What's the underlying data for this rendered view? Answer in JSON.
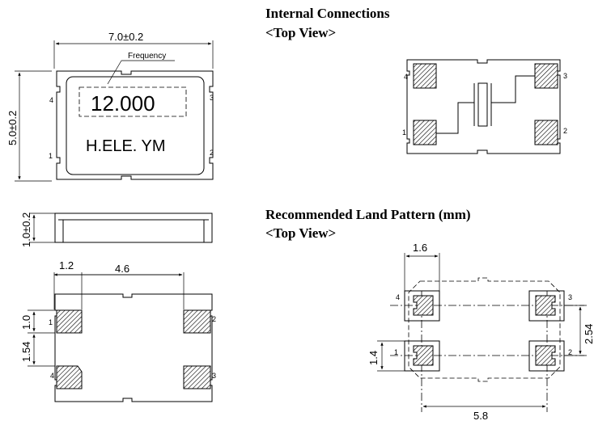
{
  "headings": {
    "internal_connections": "Internal Connections",
    "top_view_1": "<Top View>",
    "land_pattern": "Recommended Land Pattern (mm)",
    "top_view_2": "<Top View>"
  },
  "top_drawing": {
    "width_dim": "7.0±0.2",
    "height_dim": "5.0±0.2",
    "frequency_label": "Frequency",
    "frequency_value": "12.000",
    "marking": "H.ELE. YM",
    "pins": [
      "1",
      "2",
      "3",
      "4"
    ]
  },
  "side_drawing": {
    "thickness_dim": "1.0±0.2"
  },
  "bottom_drawing": {
    "dim_1_2": "1.2",
    "dim_4_6": "4.6",
    "dim_1_0": "1.0",
    "dim_1_54": "1.54",
    "pins": [
      "1",
      "2",
      "3",
      "4"
    ]
  },
  "internal_drawing": {
    "pins": [
      "1",
      "2",
      "3",
      "4"
    ]
  },
  "land_drawing": {
    "dim_1_6": "1.6",
    "dim_2_54": "2.54",
    "dim_1_4": "1.4",
    "dim_5_8": "5.8",
    "pins": [
      "1",
      "2",
      "3",
      "4"
    ]
  }
}
